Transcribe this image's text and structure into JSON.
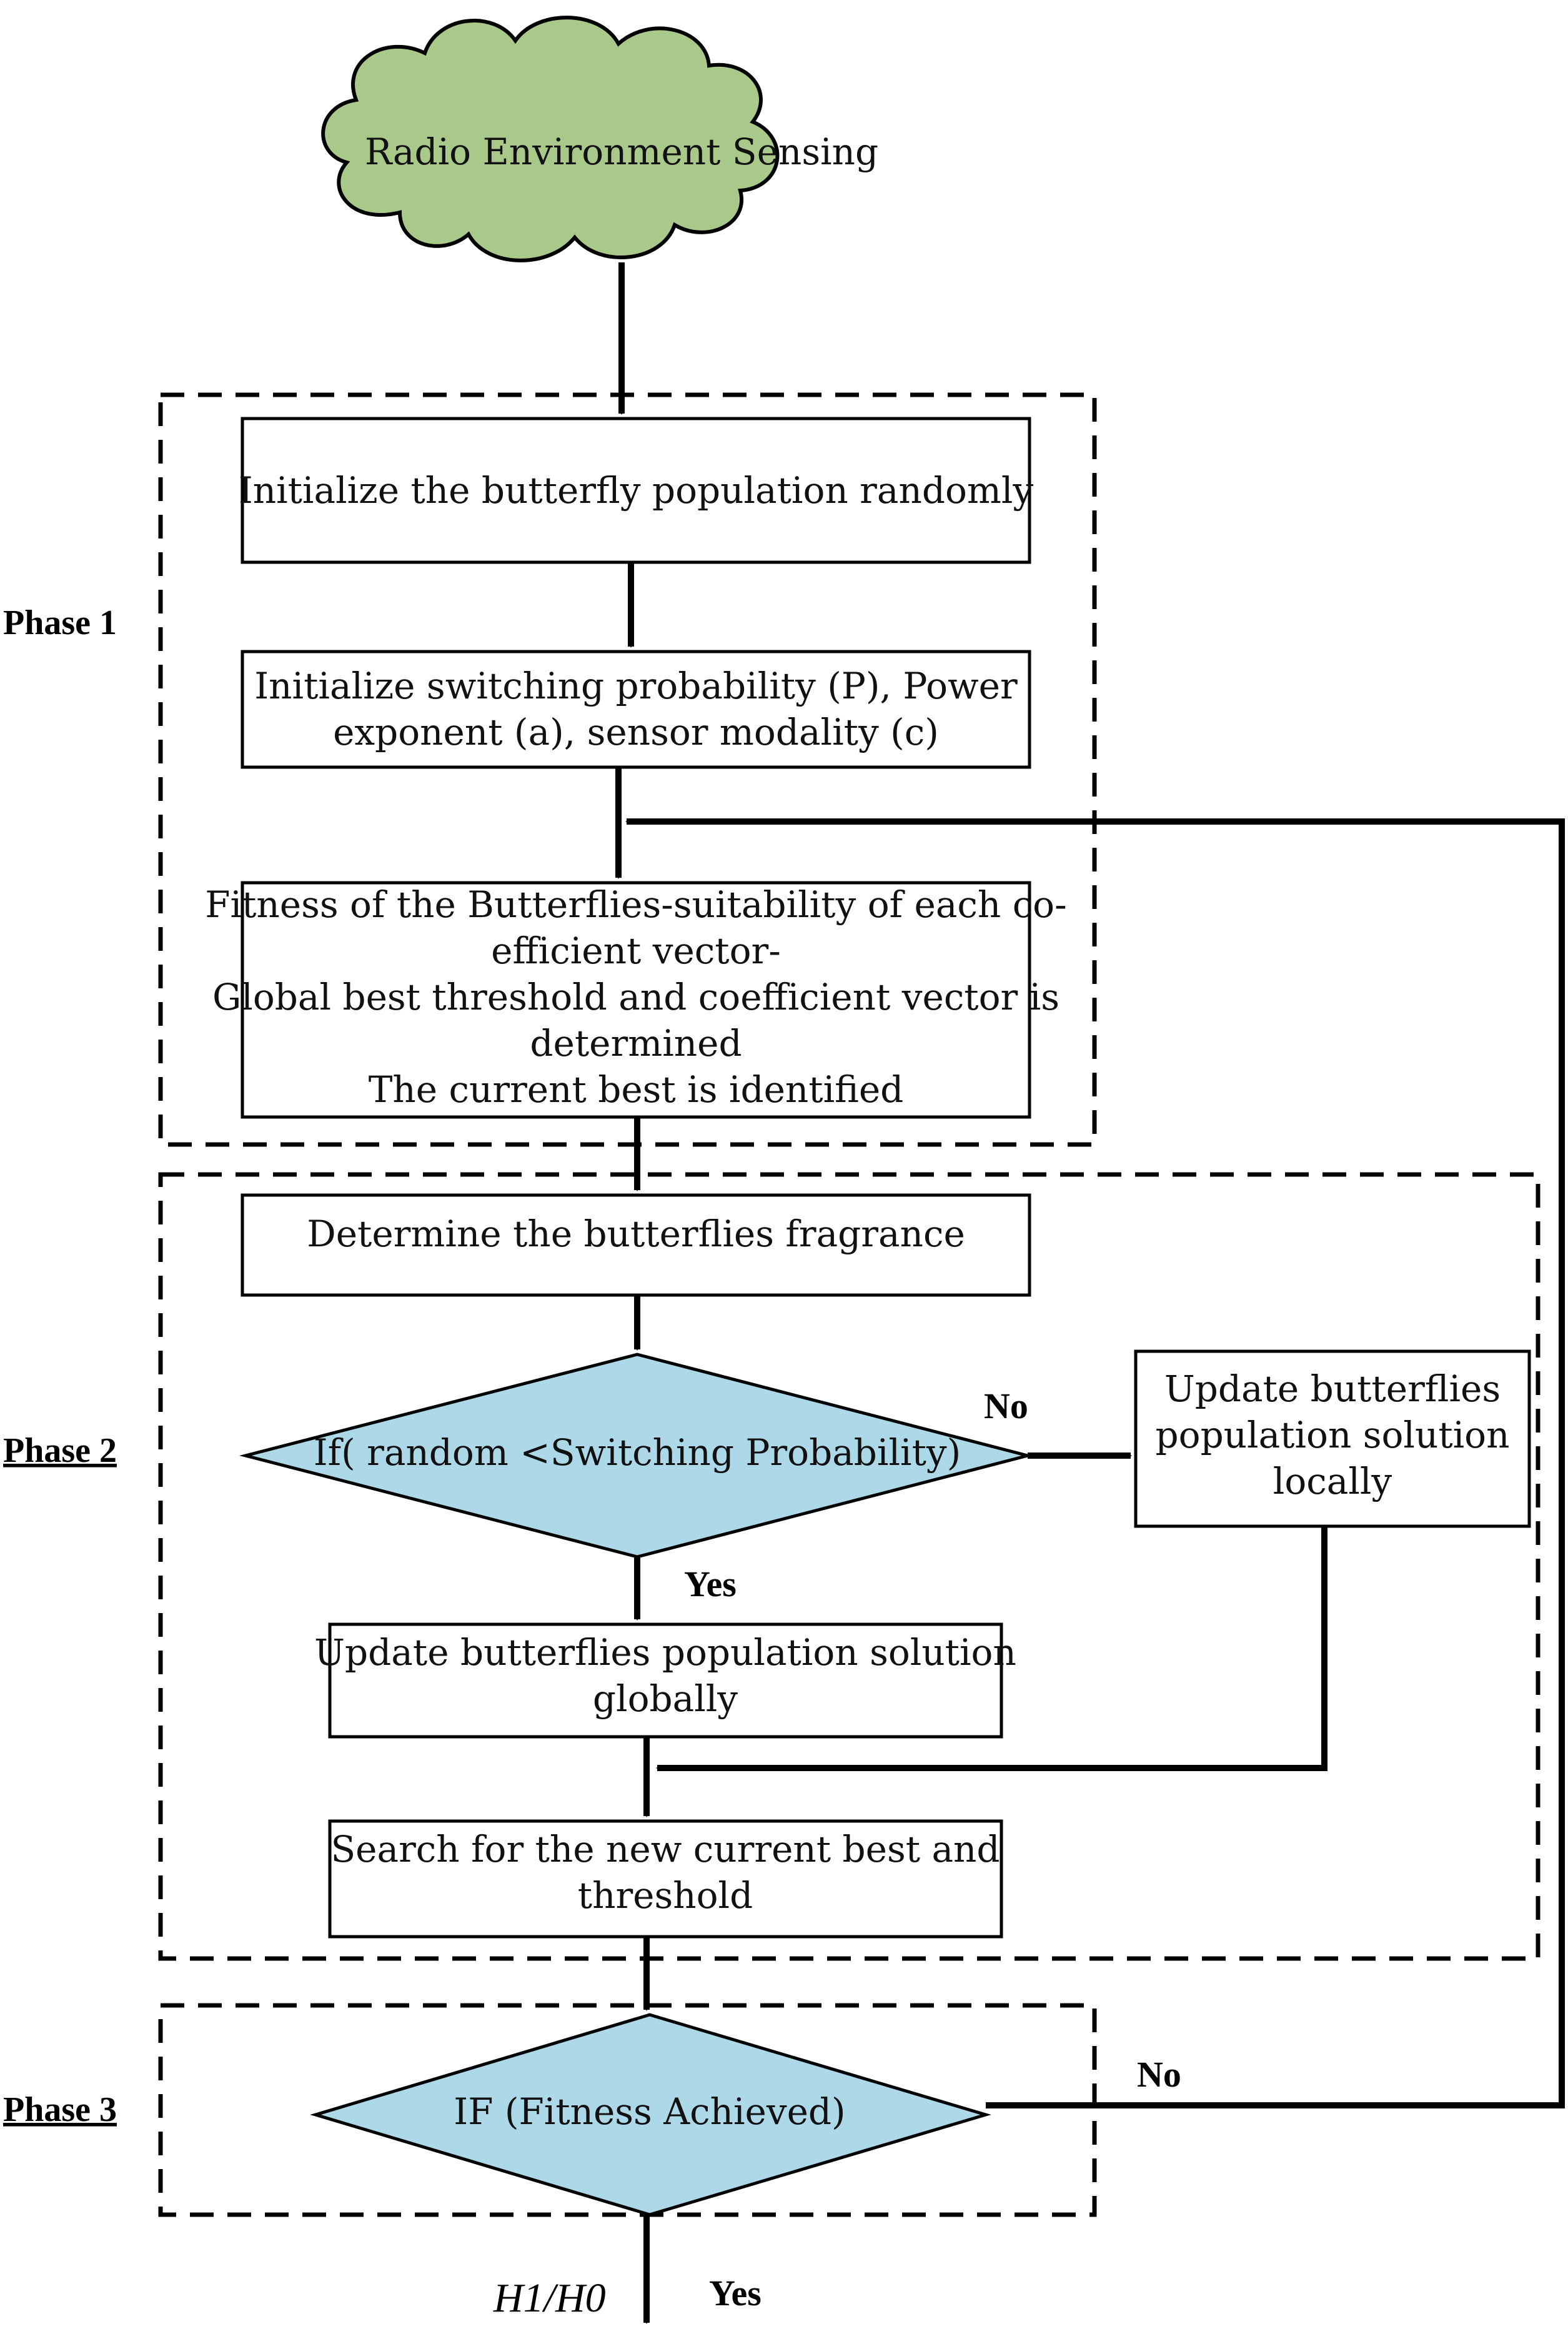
{
  "colors": {
    "cloud_fill": "#a9c98a",
    "decision_fill": "#acd8e8",
    "stroke": "#000000",
    "box_fill": "#ffffff"
  },
  "start": {
    "label": "Radio Environment Sensing"
  },
  "phases": {
    "phase1": "Phase 1",
    "phase2": "Phase 2",
    "phase3": "Phase 3"
  },
  "steps": {
    "init_population": [
      "Initialize the butterfly population randomly"
    ],
    "init_params": [
      "Initialize switching probability (P), Power",
      "exponent (a), sensor modality (c)"
    ],
    "fitness": [
      "Fitness of the Butterflies-suitability of each co-",
      "efficient vector-",
      "Global best threshold and coefficient vector is",
      "determined",
      "The current best is identified"
    ],
    "fragrance": [
      "Determine the butterflies fragrance"
    ],
    "switch_decision": [
      "If( random <Switching Probability)"
    ],
    "update_local": [
      "Update butterflies",
      "population solution",
      "locally"
    ],
    "update_global": [
      "Update butterflies population solution",
      "globally"
    ],
    "search_best": [
      "Search for the new current best and",
      "threshold"
    ],
    "fitness_decision": [
      "IF (Fitness Achieved)"
    ]
  },
  "branches": {
    "switch_no": "No",
    "switch_yes": "Yes",
    "fitness_no": "No",
    "fitness_yes": "Yes"
  },
  "output": {
    "label": "H1/H0"
  }
}
